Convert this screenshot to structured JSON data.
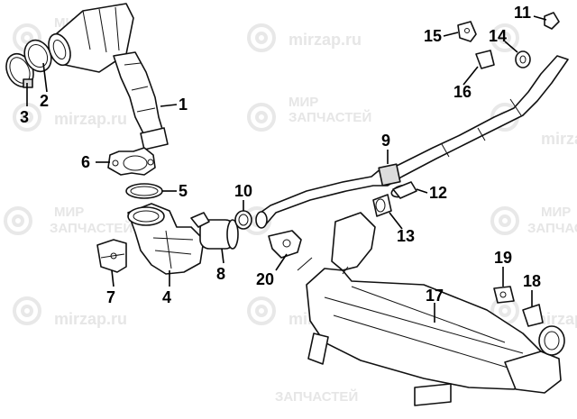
{
  "watermarks": [
    "mirzap.ru",
    "mirzap.ru",
    "mirzap.ru",
    "mirzap.ru",
    "mirzap.ru",
    "mirzap.ru",
    "МИР",
    "ЗАПЧАСТЕЙ",
    "МИР",
    "ЗАПЧАСТЕЙ",
    "МИР",
    "ЗАПЧАСТЕЙ",
    "МИР",
    "ЗАПЧАСТЕЙ"
  ],
  "callouts": [
    "1",
    "2",
    "3",
    "4",
    "5",
    "6",
    "7",
    "8",
    "9",
    "10",
    "11",
    "12",
    "13",
    "14",
    "15",
    "16",
    "17",
    "18",
    "19",
    "20"
  ]
}
